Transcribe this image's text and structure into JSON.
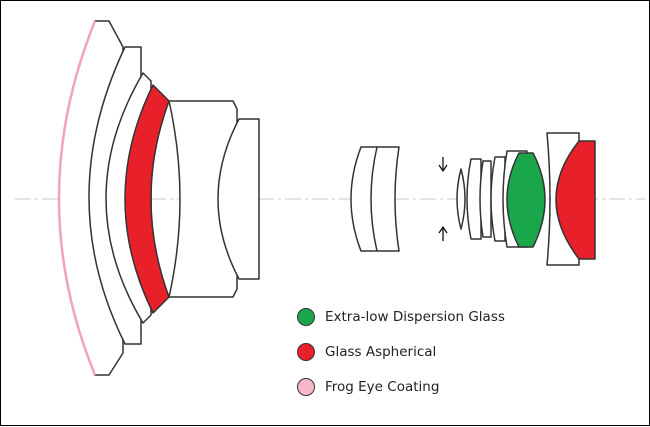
{
  "legend": {
    "items": [
      {
        "label": "Extra-low Dispersion Glass",
        "color": "#1aa64a"
      },
      {
        "label": "Glass Aspherical",
        "color": "#e8202a"
      },
      {
        "label": "Frog Eye Coating",
        "color": "#f7b8c8"
      }
    ]
  },
  "colors": {
    "outline": "#333333",
    "axis": "#c8c8c8",
    "coating": "#f2a3b8",
    "ed_glass": "#1aa64a",
    "aspherical": "#e8202a"
  }
}
